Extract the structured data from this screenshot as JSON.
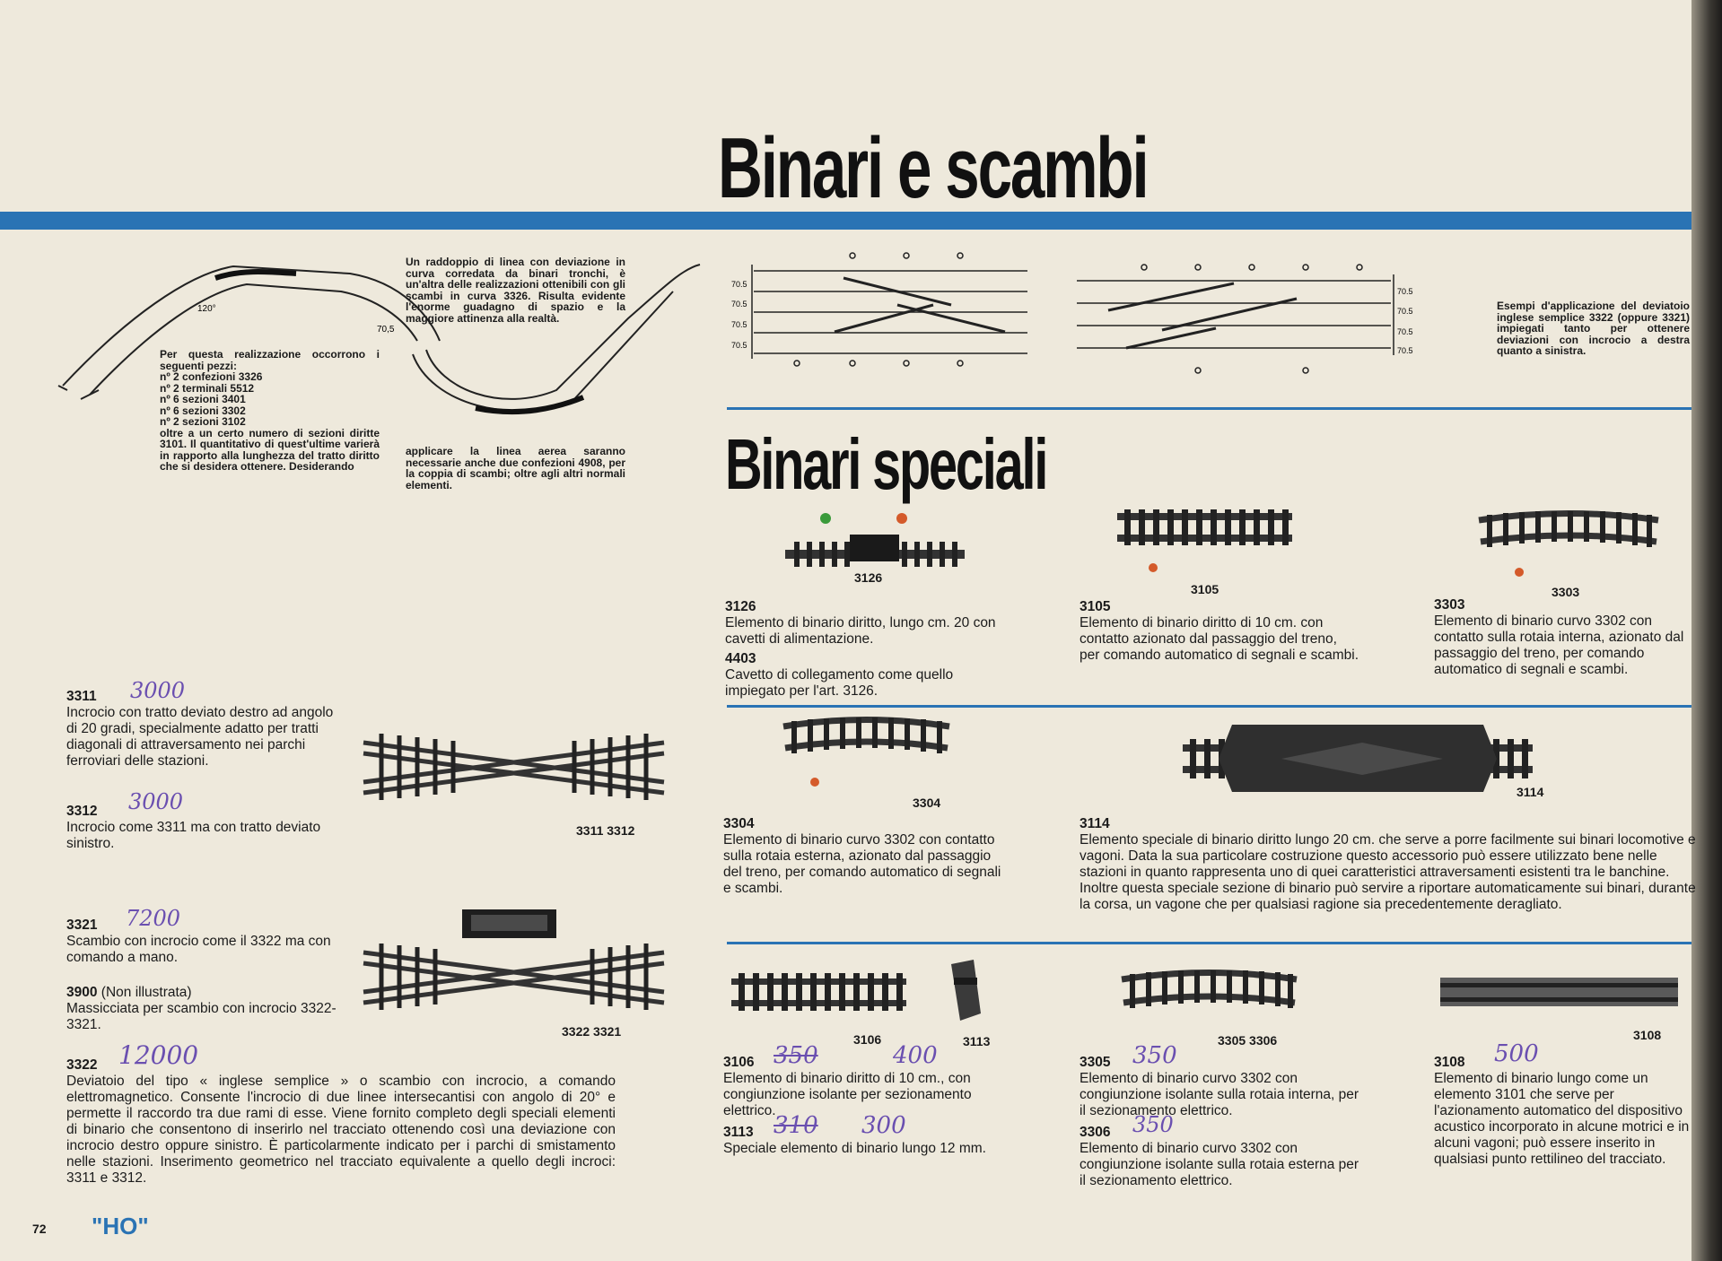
{
  "titles": {
    "main": "Binari e scambi",
    "special": "Binari speciali"
  },
  "intro": {
    "right": "Un raddoppio di linea con deviazione in curva corredata da binari tronchi, è un'altra delle realizzazioni ottenibili con gli scambi in curva 3326. Risulta evidente l'enorme guadagno di spazio e la maggiore attinenza alla realtà.",
    "left": "Per questa realizzazione occorrono i seguenti pezzi:",
    "parts": [
      "nº 2 confezioni 3326",
      "nº 2 terminali 5512",
      "nº 6 sezioni 3401",
      "nº 6 sezioni 3302",
      "nº 2 sezioni 3102"
    ],
    "left_cont": "oltre a un certo numero di sezioni diritte 3101. Il quantitativo di quest'ultime varierà in rapporto alla lunghezza del tratto diritto che si desidera ottenere. Desiderando",
    "right_cont": "applicare la linea aerea saranno necessarie anche due confezioni 4908, per la coppia di scambi; oltre agli altri normali elementi.",
    "angle": "120°",
    "dim": "70,5"
  },
  "schematic": {
    "dims": [
      "70.5",
      "70.5",
      "70.5",
      "70.5"
    ],
    "caption": "Esempi d'applicazione del deviatoio inglese semplice 3322 (oppure 3321) impiegati tanto per ottenere deviazioni con incrocio a destra quanto a sinistra."
  },
  "left_items": [
    {
      "code": "3311",
      "price": "3000",
      "text": "Incrocio con tratto deviato destro ad angolo di 20 gradi, specialmente adatto per tratti diagonali di attraversamento nei parchi ferroviari delle stazioni."
    },
    {
      "code": "3312",
      "price": "3000",
      "text": "Incrocio come 3311 ma con tratto deviato sinistro."
    },
    {
      "code": "3321",
      "price": "7200",
      "text": "Scambio con incrocio come il 3322 ma con comando a mano."
    },
    {
      "code": "3900",
      "code_suffix": "(Non illustrata)",
      "text": "Massicciata per scambio con incrocio 3322-3321."
    },
    {
      "code": "3322",
      "price": "12000",
      "text": "Deviatoio del tipo « inglese semplice » o scambio con incrocio, a comando elettromagnetico. Consente l'incrocio di due linee intersecantisi con angolo di 20° e permette il raccordo tra due rami di esse. Viene fornito completo degli speciali elementi di binario che consentono di inserirlo nel tracciato ottenendo così una deviazione con incrocio destro oppure sinistro. È particolarmente indicato per i parchi di smistamento nelle stazioni. Inserimento geometrico nel tracciato equivalente a quello degli incroci: 3311 e 3312."
    }
  ],
  "left_labels": {
    "a": "3311 3312",
    "b": "3322 3321"
  },
  "special": [
    {
      "code": "3126",
      "label": "3126",
      "text": "Elemento di binario diritto, lungo cm. 20 con cavetti di alimentazione."
    },
    {
      "code": "4403",
      "text": "Cavetto di collegamento come quello impiegato per l'art. 3126."
    },
    {
      "code": "3105",
      "label": "3105",
      "text": "Elemento di binario diritto di 10 cm. con contatto azionato dal passaggio del treno, per comando automatico di segnali e scambi."
    },
    {
      "code": "3303",
      "label": "3303",
      "text": "Elemento di binario curvo 3302 con contatto sulla rotaia interna, azionato dal passaggio del treno, per comando automatico di segnali e scambi."
    },
    {
      "code": "3304",
      "label": "3304",
      "text": "Elemento di binario curvo 3302 con contatto sulla rotaia esterna, azionato dal passaggio del treno, per comando automatico di segnali e scambi."
    },
    {
      "code": "3114",
      "label": "3114",
      "text": "Elemento speciale di binario diritto lungo 20 cm. che serve a porre facilmente sui binari locomotive e vagoni. Data la sua particolare costruzione questo accessorio può essere utilizzato bene nelle stazioni in quanto rappresenta uno di quei caratteristici attraversamenti esistenti tra le banchine. Inoltre questa speciale sezione di binario può servire a riportare automaticamente sui binari, durante la corsa, un vagone che per qualsiasi ragione sia precedentemente deragliato."
    },
    {
      "code": "3106",
      "price_old": "350",
      "price": "400",
      "text": "Elemento di binario diritto di 10 cm., con congiunzione isolante per sezionamento elettrico."
    },
    {
      "code": "3113",
      "price_old": "310",
      "price": "300",
      "text": "Speciale elemento di binario lungo 12 mm."
    },
    {
      "code": "3305",
      "price": "350",
      "text": "Elemento di binario curvo 3302 con congiunzione isolante sulla rotaia interna, per il sezionamento elettrico."
    },
    {
      "code": "3306",
      "price": "350",
      "text": "Elemento di binario curvo 3302 con congiunzione isolante sulla rotaia esterna per il sezionamento elettrico."
    },
    {
      "code": "3108",
      "price": "500",
      "text": "Elemento di binario lungo come un elemento 3101 che serve per l'azionamento automatico del dispositivo acustico incorporato in alcune motrici e in alcuni vagoni; può essere inserito in qualsiasi punto rettilineo del tracciato."
    }
  ],
  "img_labels": {
    "l3106": "3106",
    "l3113": "3113",
    "l3305": "3305 3306",
    "l3108": "3108"
  },
  "footer": {
    "page": "72",
    "scale": "\"HO\""
  },
  "colors": {
    "accent": "#2a73b4",
    "paper": "#eee9dc",
    "ink": "#1b1b1b",
    "pencil": "#6a4fb0"
  }
}
